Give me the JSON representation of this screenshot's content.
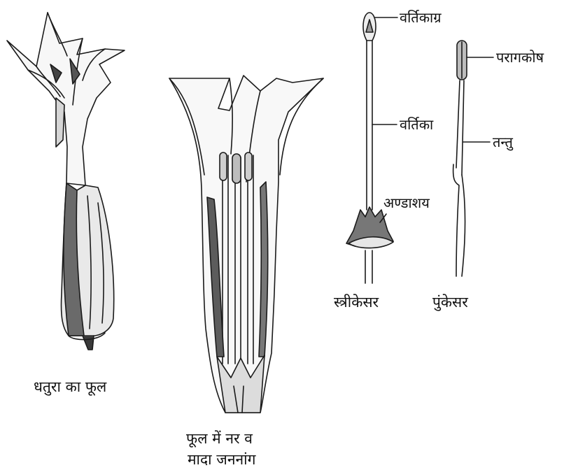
{
  "labels": {
    "stigma": "वर्तिकाग्र",
    "anther": "परागकोष",
    "style": "वर्तिका",
    "filament": "तन्तु",
    "ovary": "अण्डाशय"
  },
  "captions": {
    "datura_flower": "धतुरा का फूल",
    "flower_section_line1": "फूल में नर व",
    "flower_section_line2": "मादा जननांग",
    "pistil": "स्त्रीकेसर",
    "stamen": "पुंकेसर"
  }
}
